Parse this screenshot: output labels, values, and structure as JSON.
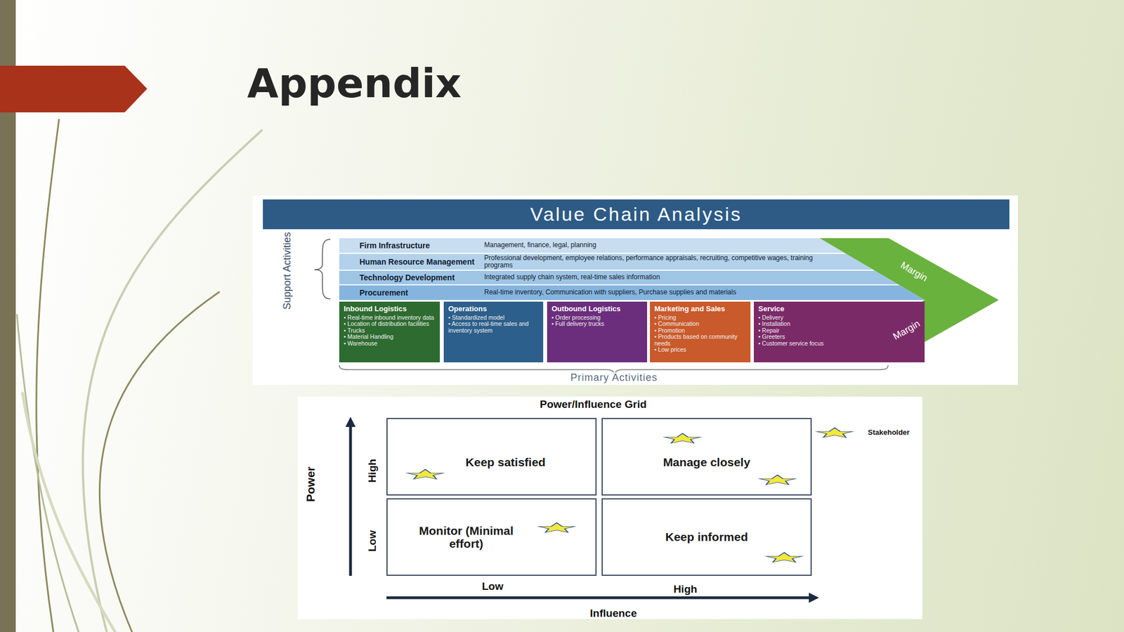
{
  "diagram": {
    "title": "Appendix",
    "nodes": [
      {
        "text": [
          "Value Chain Analysis"
        ]
      },
      {
        "text": [
          "Firm Infrastructure",
          "Management, finance, legal, planning"
        ]
      },
      {
        "text": [
          "Human Resource Management",
          "Professional development, employee relations, performance appraisals, recruiting, competitive wages, training programs"
        ]
      },
      {
        "text": [
          "Technology Development",
          "Integrated supply chain system, real-time sales information"
        ]
      },
      {
        "text": [
          "Procurement",
          "Real-time inventory, Communication with suppliers, Purchase supplies and materials"
        ]
      },
      {
        "text": [
          "Inbound Logistics",
          "• Real-time inbound inventory data",
          "• Location of distribution facilities",
          "• Trucks",
          "• Material Handling",
          "• Warehouse"
        ]
      },
      {
        "text": [
          "Operations",
          "• Standardized model",
          "• Access to real-time sales and inventory system"
        ]
      },
      {
        "text": [
          "Outbound Logistics",
          "• Order processing",
          "• Full delivery trucks"
        ]
      },
      {
        "text": [
          "Marketing and Sales",
          "• Pricing",
          "• Communication",
          "• Promotion",
          "• Products based on community needs",
          "• Low prices"
        ]
      },
      {
        "text": [
          "Service",
          "• Delivery",
          "• Installation",
          "• Repair",
          "• Greeters",
          "• Customer service focus"
        ]
      },
      {
        "text": [
          "Margin",
          "Margin"
        ]
      },
      {
        "text": [
          "Keep satisfied"
        ]
      },
      {
        "text": [
          "Manage closely"
        ]
      },
      {
        "text": [
          "Monitor (Minimal effort)"
        ]
      },
      {
        "text": [
          "Keep informed"
        ]
      }
    ],
    "labels": [
      "Support Activities",
      "Primary Activities",
      "Power/Influence Grid",
      "Power",
      "High",
      "Low",
      "Low",
      "High",
      "Influence"
    ],
    "legend": [
      {
        "text": "Stakeholder"
      }
    ]
  }
}
